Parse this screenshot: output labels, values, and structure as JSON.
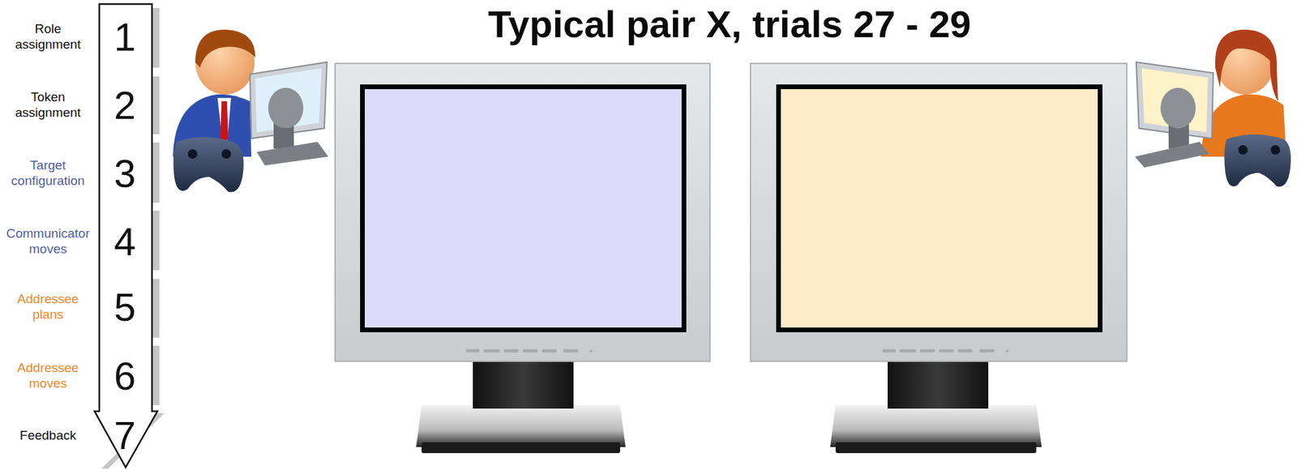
{
  "diagram": {
    "title": "Typical pair X, trials 27 - 29",
    "labels": [
      "Role assignment",
      "1",
      "Token assignment",
      "2",
      "Target configuration",
      "3",
      "Communicator moves",
      "4",
      "Addressee plans",
      "5",
      "Addressee moves",
      "6",
      "Feedback",
      "7"
    ]
  }
}
